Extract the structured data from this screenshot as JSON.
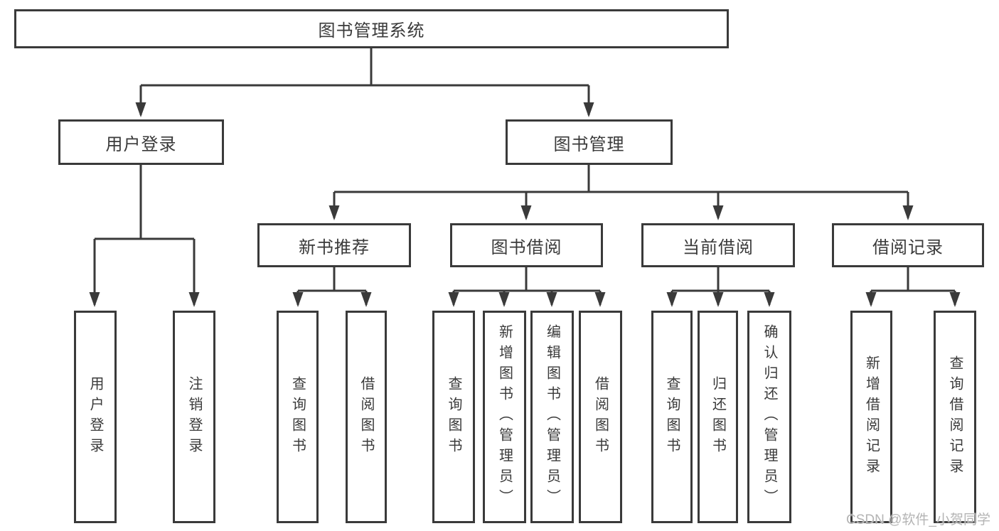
{
  "diagram": {
    "type": "tree",
    "title": "图书管理系统",
    "colors": {
      "line": "#3a3a3a",
      "box_border": "#3a3a3a",
      "text": "#3a3a3a",
      "background": "#ffffff",
      "watermark": "#b4b4b4"
    },
    "tree": {
      "label": "图书管理系统",
      "children": [
        {
          "label": "用户登录",
          "children": [
            {
              "label": "用户登录"
            },
            {
              "label": "注销登录"
            }
          ]
        },
        {
          "label": "图书管理",
          "children": [
            {
              "label": "新书推荐",
              "children": [
                {
                  "label": "查询图书"
                },
                {
                  "label": "借阅图书"
                }
              ]
            },
            {
              "label": "图书借阅",
              "children": [
                {
                  "label": "查询图书"
                },
                {
                  "label": "新增图书（管理员）"
                },
                {
                  "label": "编辑图书（管理员）"
                },
                {
                  "label": "借阅图书"
                }
              ]
            },
            {
              "label": "当前借阅",
              "children": [
                {
                  "label": "查询图书"
                },
                {
                  "label": "归还图书"
                },
                {
                  "label": "确认归还（管理员）"
                }
              ]
            },
            {
              "label": "借阅记录",
              "children": [
                {
                  "label": "新增借阅记录"
                },
                {
                  "label": "查询借阅记录"
                }
              ]
            }
          ]
        }
      ]
    }
  },
  "watermark": {
    "text": "CSDN @软件_小贺同学"
  }
}
